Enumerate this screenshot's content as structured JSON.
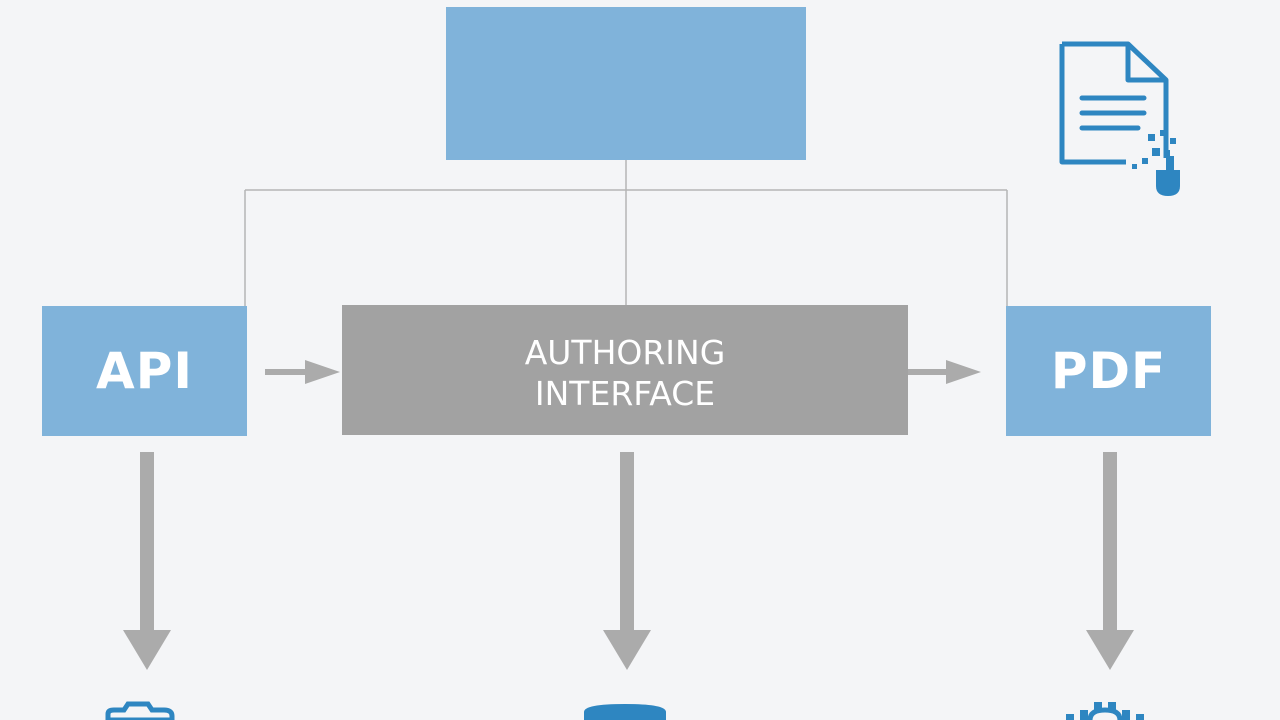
{
  "boxes": {
    "top": {
      "label": ""
    },
    "api": {
      "label": "API"
    },
    "authoring": {
      "line1": "AUTHORING",
      "line2": "INTERFACE"
    },
    "pdf": {
      "label": "PDF"
    }
  },
  "icons": {
    "document": "document-edit-icon",
    "gear": "gear-icon",
    "database": "database-icon",
    "cog": "cog-icon"
  },
  "colors": {
    "background": "#f4f5f7",
    "blue_box": "#80b3da",
    "gray_box": "#a2a2a2",
    "connector": "#b5b5b5",
    "arrow": "#ababab",
    "icon_blue": "#2e86c1"
  }
}
